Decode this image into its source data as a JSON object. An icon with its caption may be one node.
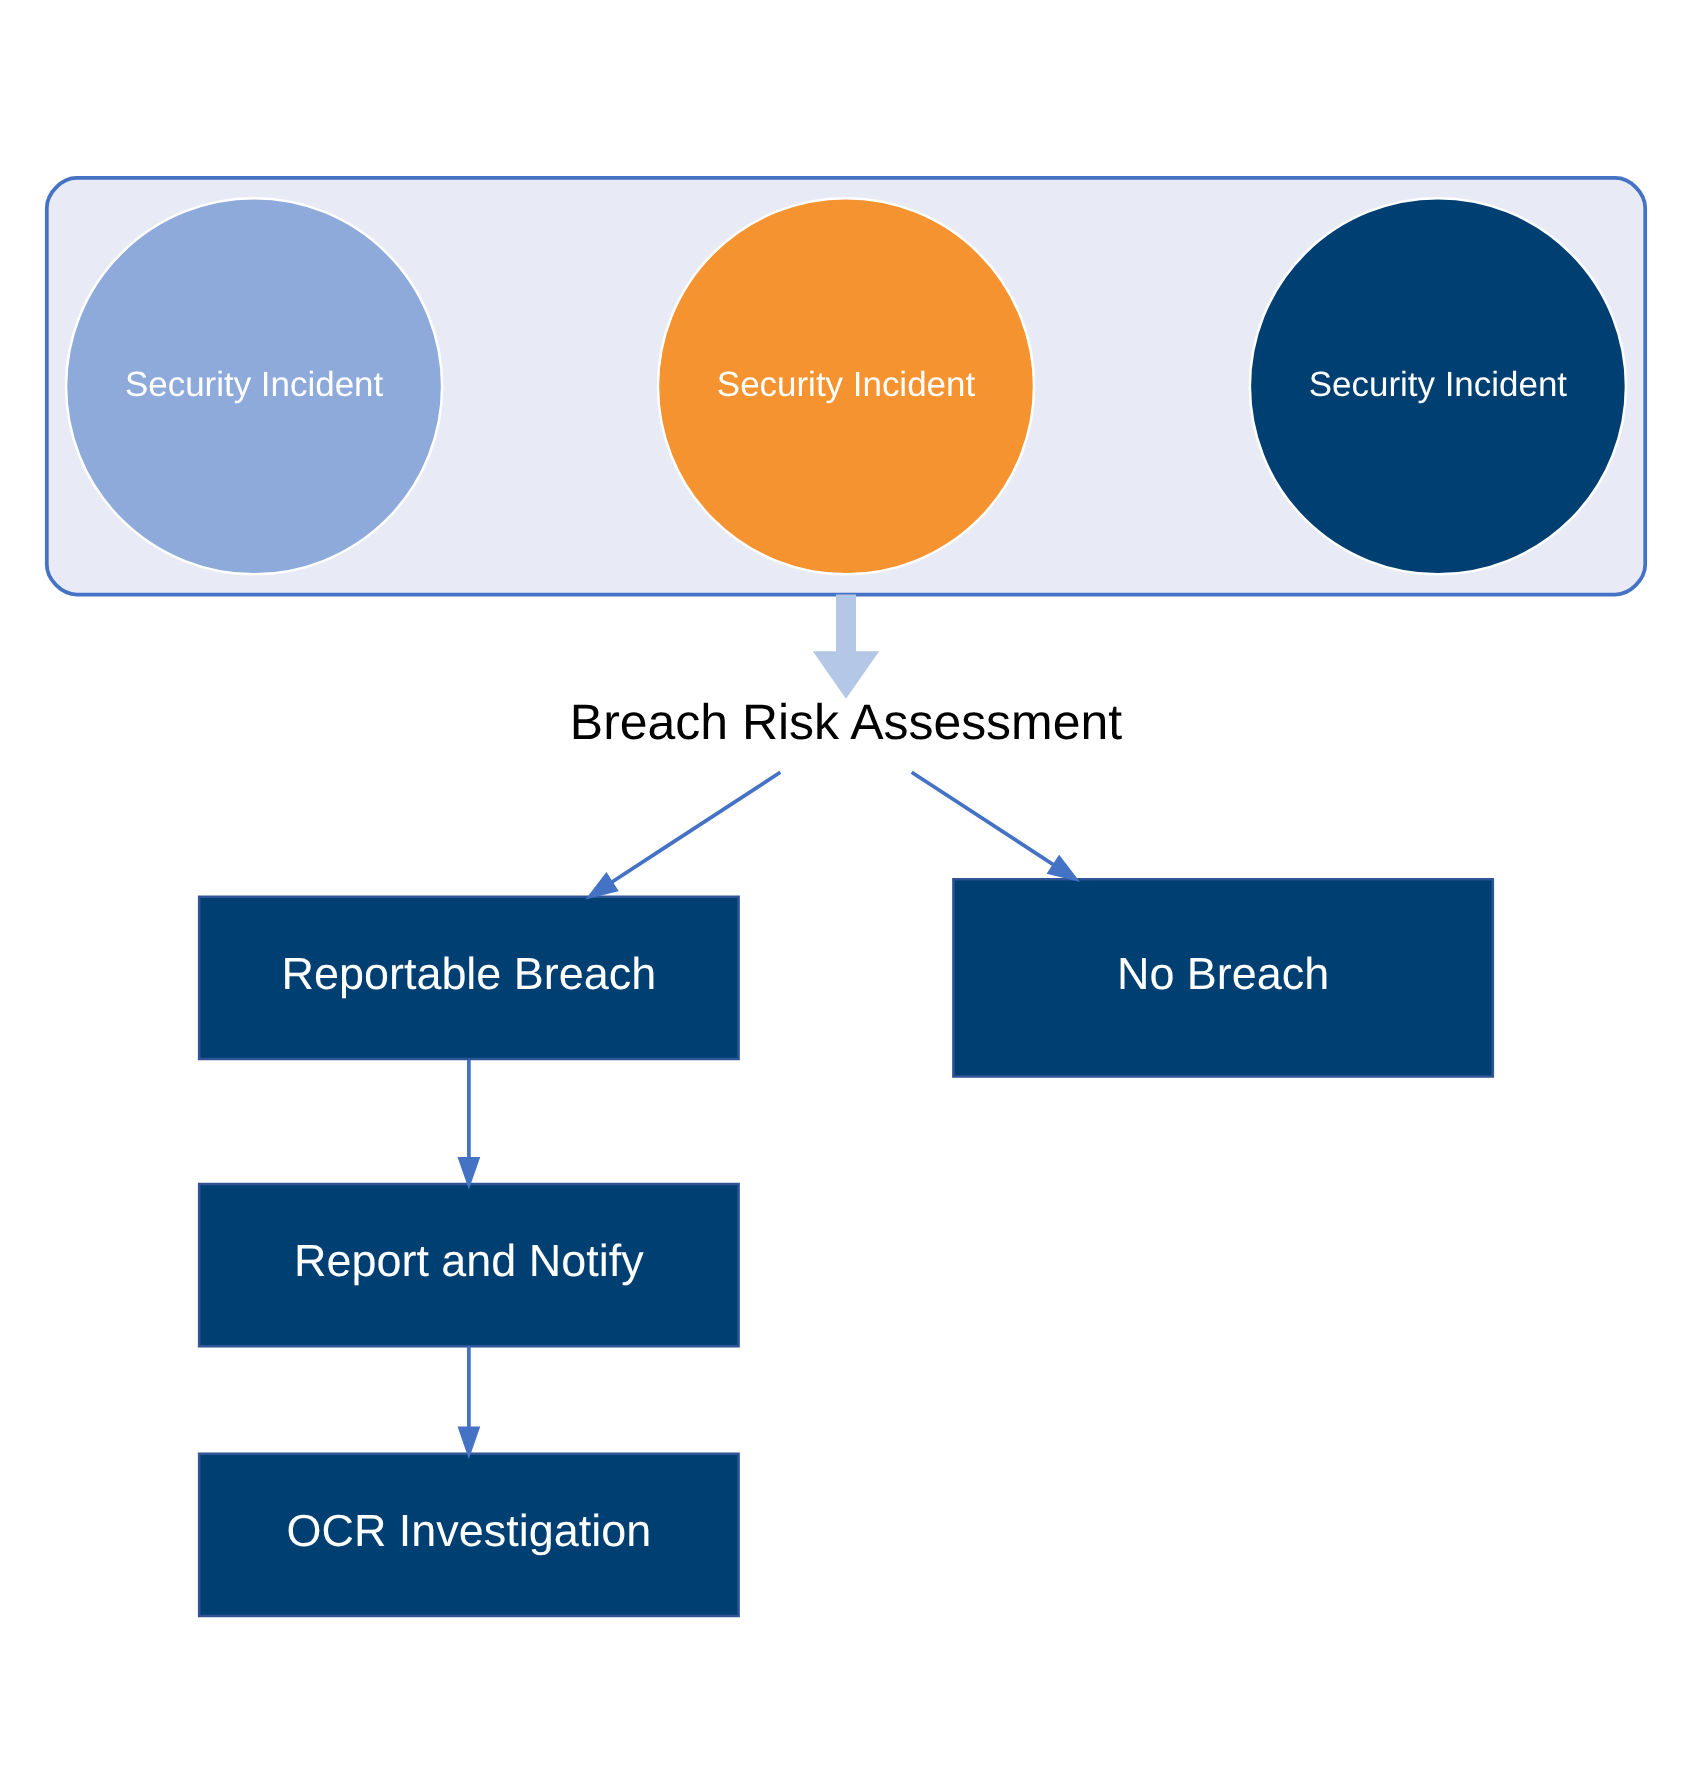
{
  "diagram": {
    "nodes": [
      {
        "text": [],
        "shape": "funnel"
      },
      {
        "text": [
          "Security Incident"
        ],
        "in": 0
      },
      {
        "text": [
          "Security Incident"
        ],
        "in": 0
      },
      {
        "text": [
          "Security Incident"
        ],
        "in": 0
      },
      {
        "text": [
          "Breach Risk Assessment"
        ]
      },
      {
        "text": [
          "Reportable Breach"
        ]
      },
      {
        "text": [
          "No Breach"
        ]
      },
      {
        "text": [
          "Report and Notify"
        ]
      },
      {
        "text": [
          "OCR Investigation"
        ]
      }
    ],
    "edges": [
      {
        "from": 0,
        "to": 4,
        "arrow": "to",
        "style": "thick",
        "color": "#b4c7e7"
      },
      {
        "from": 4,
        "to": 5,
        "arrow": "to"
      },
      {
        "from": 4,
        "to": 6,
        "arrow": "to"
      },
      {
        "from": 5,
        "to": 7,
        "arrow": "to"
      },
      {
        "from": 7,
        "to": 8,
        "arrow": "to"
      }
    ]
  }
}
